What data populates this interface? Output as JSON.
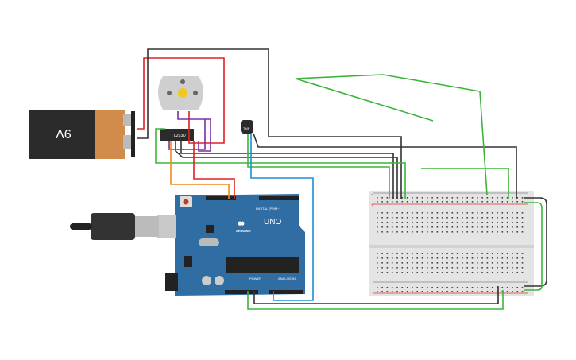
{
  "battery": {
    "label": "9V"
  },
  "driver_chip": {
    "label": "L293D"
  },
  "temp_sensor": {
    "label": "TMP"
  },
  "arduino": {
    "model": "UNO",
    "brand": "ARDUINO",
    "digital_header": "DIGITAL (PWM~)",
    "power_header": "POWER",
    "analog_header": "ANALOG IN"
  },
  "breadboard": {
    "rail_plus": "+",
    "rail_minus": "-"
  },
  "colors": {
    "wire_red": "#e02020",
    "wire_black": "#333333",
    "wire_green": "#3ab53a",
    "wire_purple": "#7b2fa8",
    "wire_orange": "#f08a1c",
    "wire_blue": "#1a8fd6",
    "arduino_board": "#2f6da3"
  }
}
